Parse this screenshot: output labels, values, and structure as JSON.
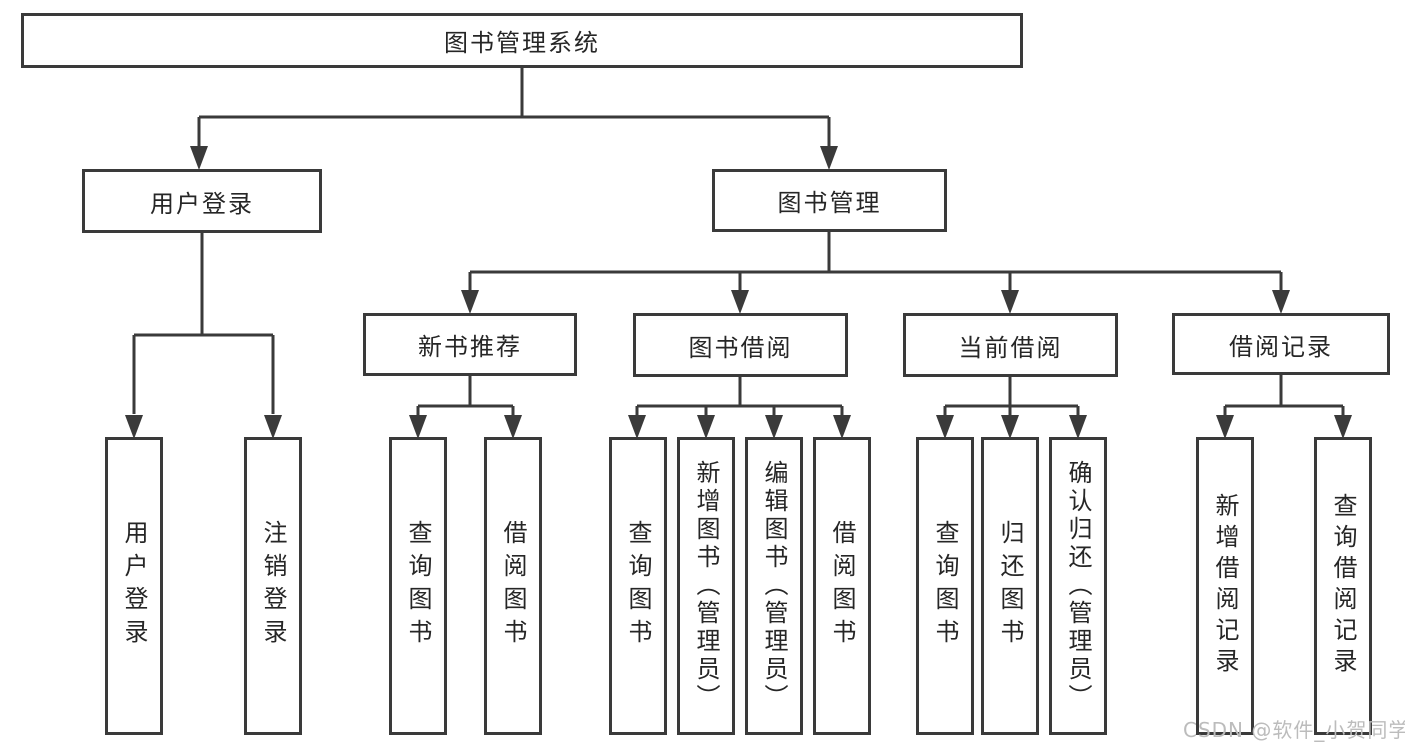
{
  "diagram_type": "hierarchy-tree",
  "tree": {
    "label": "图书管理系统",
    "children": [
      {
        "label": "用户登录",
        "children": [
          {
            "label": "用户登录"
          },
          {
            "label": "注销登录"
          }
        ]
      },
      {
        "label": "图书管理",
        "children": [
          {
            "label": "新书推荐",
            "children": [
              {
                "label": "查询图书"
              },
              {
                "label": "借阅图书"
              }
            ]
          },
          {
            "label": "图书借阅",
            "children": [
              {
                "label": "查询图书"
              },
              {
                "label": "新增图书（管理员）"
              },
              {
                "label": "编辑图书（管理员）"
              },
              {
                "label": "借阅图书"
              }
            ]
          },
          {
            "label": "当前借阅",
            "children": [
              {
                "label": "查询图书"
              },
              {
                "label": "归还图书"
              },
              {
                "label": "确认归还（管理员）"
              }
            ]
          },
          {
            "label": "借阅记录",
            "children": [
              {
                "label": "新增借阅记录"
              },
              {
                "label": "查询借阅记录"
              }
            ]
          }
        ]
      }
    ]
  },
  "watermark": {
    "text": "CSDN @软件_小贺同学"
  },
  "colors": {
    "line": "#3a3a3a",
    "box_border": "#3a3a3a",
    "text": "#262626",
    "watermark": "#bcbcbc",
    "background": "#ffffff"
  }
}
